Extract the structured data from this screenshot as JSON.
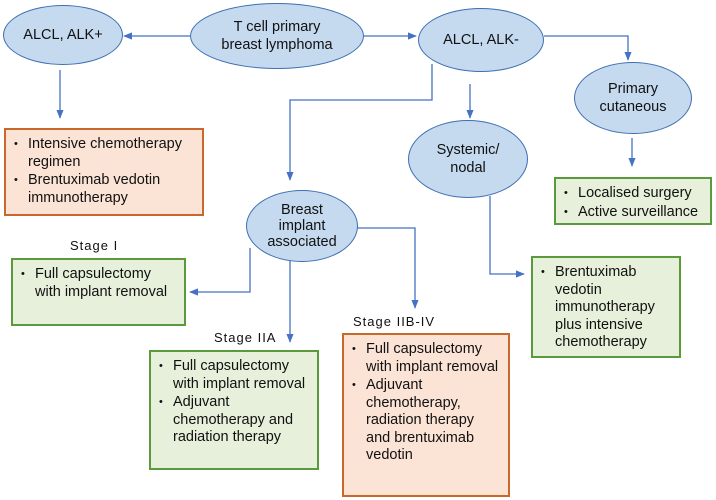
{
  "nodes": {
    "root": "T cell primary\nbreast lymphoma",
    "alk_pos": "ALCL, ALK+",
    "alk_neg": "ALCL, ALK-",
    "primary_cutaneous": "Primary\ncutaneous",
    "systemic_nodal": "Systemic/\nnodal",
    "breast_implant": "Breast\nimplant\nassociated"
  },
  "boxes": {
    "alk_pos_treatment": [
      "Intensive chemotherapy regimen",
      "Brentuximab vedotin immunotherapy"
    ],
    "cutaneous_treatment": [
      "Localised surgery",
      "Active surveillance"
    ],
    "systemic_treatment": [
      "Brentuximab vedotin immunotherapy plus intensive chemotherapy"
    ],
    "stage_i_treatment": [
      "Full capsulectomy with implant removal"
    ],
    "stage_iia_treatment": [
      "Full capsulectomy with implant removal",
      "Adjuvant chemotherapy and radiation therapy"
    ],
    "stage_iib_treatment": [
      "Full capsulectomy with implant removal",
      "Adjuvant chemotherapy, radiation therapy and brentuximab vedotin"
    ]
  },
  "stages": {
    "stage_i": "Stage I",
    "stage_iia": "Stage IIA",
    "stage_iib": "Stage IIB-IV"
  },
  "colors": {
    "arrow": "#4472c4",
    "ellipse_fill": "#c5d9ef",
    "ellipse_border": "#3d6fb1",
    "green_fill": "#e6f0da",
    "green_border": "#5a9a3a",
    "orange_fill": "#fbe3d6",
    "orange_border": "#c9682b"
  }
}
